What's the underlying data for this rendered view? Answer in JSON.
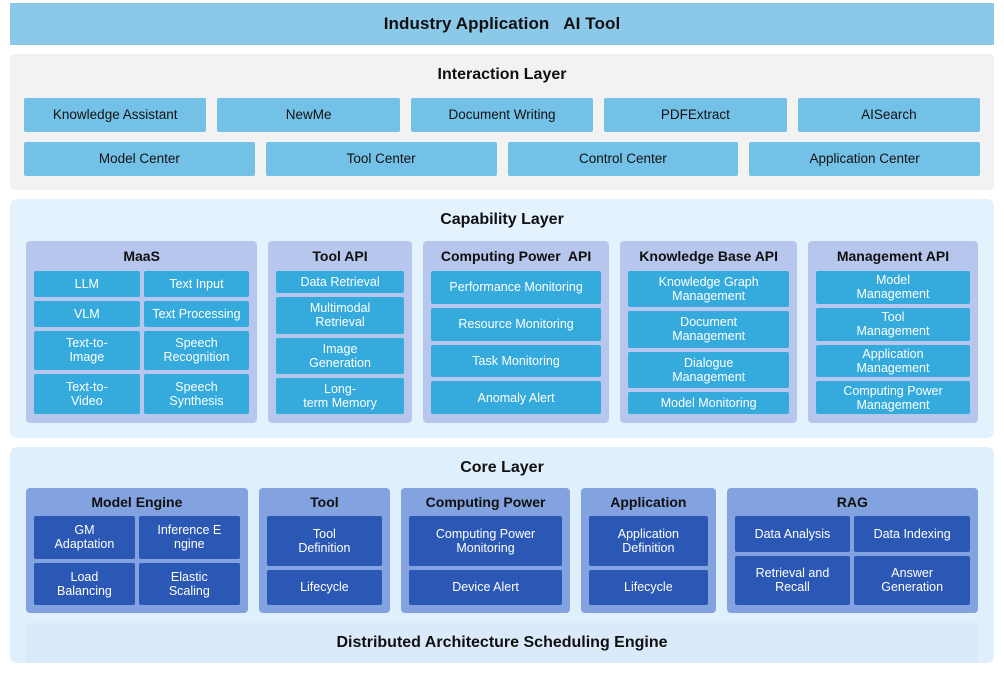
{
  "banner": {
    "title": "Industry Application   AI Tool",
    "color": "#8CC8E8"
  },
  "interaction_layer": {
    "title": "Interaction Layer",
    "background": "#F2F2F2",
    "chip_color": "#74C1E8",
    "row1": [
      {
        "label": "Knowledge Assistant",
        "flex": 1.02
      },
      {
        "label": "NewMe",
        "flex": 1.02
      },
      {
        "label": "Document Writing",
        "flex": 1.02
      },
      {
        "label": "PDFExtract",
        "flex": 1.02
      },
      {
        "label": "AISearch",
        "flex": 1.02
      }
    ],
    "row2": [
      {
        "label": "Model Center",
        "flex": 1.0
      },
      {
        "label": "Tool Center",
        "flex": 1.0
      },
      {
        "label": "Control Center",
        "flex": 1.0
      },
      {
        "label": "Application Center",
        "flex": 1.0
      }
    ]
  },
  "capability_layer": {
    "title": "Capability Layer",
    "background": "#E3F2FC",
    "group_color": "#B6C6EC",
    "tile_color": "#35AADD",
    "groups": [
      {
        "title": "MaaS",
        "flex": 1.3,
        "columns": 2,
        "tiles": [
          "LLM",
          "Text Input",
          "VLM",
          "Text Processing",
          "Text-to-\nImage",
          "Speech\nRecognition",
          "Text-to-\nVideo",
          "Speech\nSynthesis"
        ]
      },
      {
        "title": "Tool API",
        "flex": 0.77,
        "columns": 1,
        "tiles": [
          "Data Retrieval",
          "Multimodal\nRetrieval",
          "Image\nGeneration",
          "Long-\nterm Memory"
        ]
      },
      {
        "title": "Computing Power  API",
        "flex": 1.03,
        "columns": 1,
        "tiles": [
          "Performance Monitoring",
          "Resource Monitoring",
          "Task Monitoring",
          "Anomaly Alert"
        ]
      },
      {
        "title": "Knowledge Base API",
        "flex": 0.97,
        "columns": 1,
        "tiles": [
          "Knowledge Graph\nManagement",
          "Document\nManagement",
          "Dialogue\nManagement",
          "Model Monitoring"
        ]
      },
      {
        "title": "Management API",
        "flex": 0.93,
        "columns": 1,
        "tiles": [
          "Model\nManagement",
          "Tool\nManagement",
          "Application\nManagement",
          "Computing Power\nManagement"
        ]
      }
    ]
  },
  "core_layer": {
    "title": "Core Layer",
    "background": "#DFEFFC",
    "group_color": "#83A3E0",
    "tile_color": "#2B57B5",
    "groups": [
      {
        "title": "Model Engine",
        "flex": 1.25,
        "columns": 2,
        "tiles": [
          "GM\nAdaptation",
          "Inference E\nngine",
          "Load\nBalancing",
          "Elastic\nScaling"
        ]
      },
      {
        "title": "Tool",
        "flex": 0.7,
        "columns": 1,
        "tiles": [
          "Tool\nDefinition",
          "Lifecycle"
        ]
      },
      {
        "title": "Computing Power",
        "flex": 0.93,
        "columns": 1,
        "tiles": [
          "Computing Power\nMonitoring",
          "Device Alert"
        ]
      },
      {
        "title": "Application",
        "flex": 0.72,
        "columns": 1,
        "tiles": [
          "Application\nDefinition",
          "Lifecycle"
        ]
      },
      {
        "title": "RAG",
        "flex": 1.43,
        "columns": 2,
        "tiles": [
          "Data Analysis",
          "Data Indexing",
          "Retrieval and\nRecall",
          "Answer\nGeneration"
        ]
      }
    ],
    "bottom_bar": {
      "label": "Distributed Architecture Scheduling Engine",
      "background": "#DAEAFB"
    }
  }
}
